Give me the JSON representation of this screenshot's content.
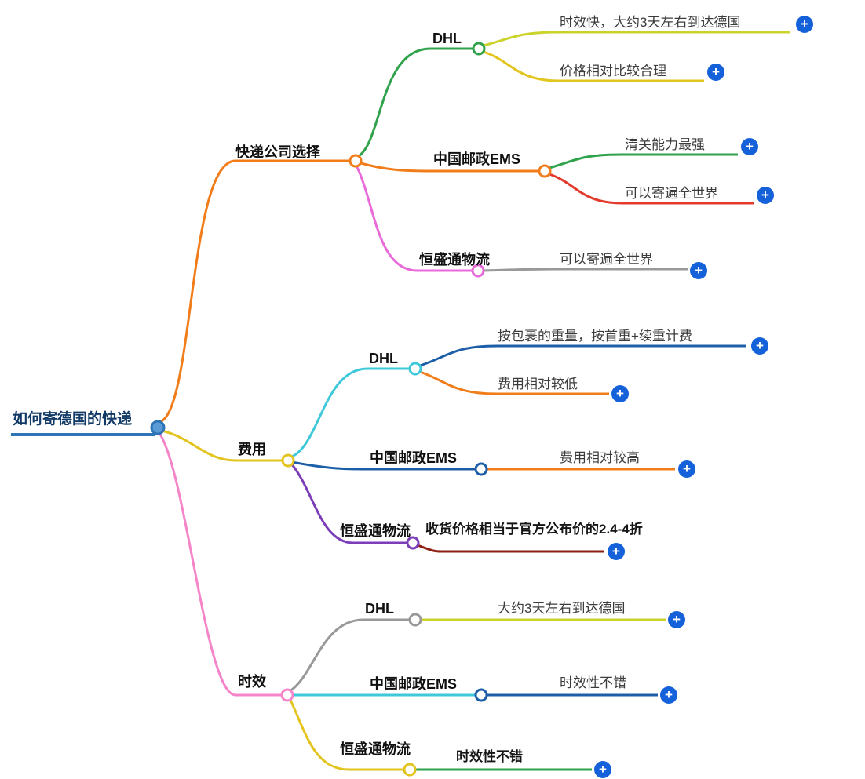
{
  "root": {
    "label": "如何寄德国的快递"
  },
  "branches": [
    {
      "label": "快递公司选择",
      "children": [
        {
          "label": "DHL",
          "leaves": [
            "时效快，大约3天左右到达德国",
            "价格相对比较合理"
          ]
        },
        {
          "label": "中国邮政EMS",
          "leaves": [
            "清关能力最强",
            "可以寄遍全世界"
          ]
        },
        {
          "label": "恒盛通物流",
          "leaves": [
            "可以寄遍全世界"
          ]
        }
      ]
    },
    {
      "label": "费用",
      "children": [
        {
          "label": "DHL",
          "leaves": [
            "按包裹的重量，按首重+续重计费",
            "费用相对较低"
          ]
        },
        {
          "label": "中国邮政EMS",
          "leaves": [
            "费用相对较高"
          ]
        },
        {
          "label": "恒盛通物流",
          "leaves": [
            "收货价格相当于官方公布价的2.4-4折"
          ]
        }
      ]
    },
    {
      "label": "时效",
      "children": [
        {
          "label": "DHL",
          "leaves": [
            "大约3天左右到达德国"
          ]
        },
        {
          "label": "中国邮政EMS",
          "leaves": [
            "时效性不错"
          ]
        },
        {
          "label": "恒盛通物流",
          "leaves": [
            "时效性不错"
          ]
        }
      ]
    }
  ],
  "ui": {
    "plus": "+"
  },
  "colors": {
    "root_stroke": "#2E75B6",
    "root_fill": "#5B9BD5",
    "orange": "#F07D1A",
    "green": "#2FA24B",
    "yellow_green": "#CBD32B",
    "yellow": "#E3C41E",
    "red": "#E23B2C",
    "magenta": "#E86BD9",
    "pink": "#F584C8",
    "gray": "#999999",
    "cyan": "#3EC9DB",
    "navy": "#1C5FA8",
    "purple": "#7C3DB8",
    "dark_red": "#8E1E12",
    "plus_blue": "#1461D9",
    "node_fill": "#FFFFFF"
  }
}
